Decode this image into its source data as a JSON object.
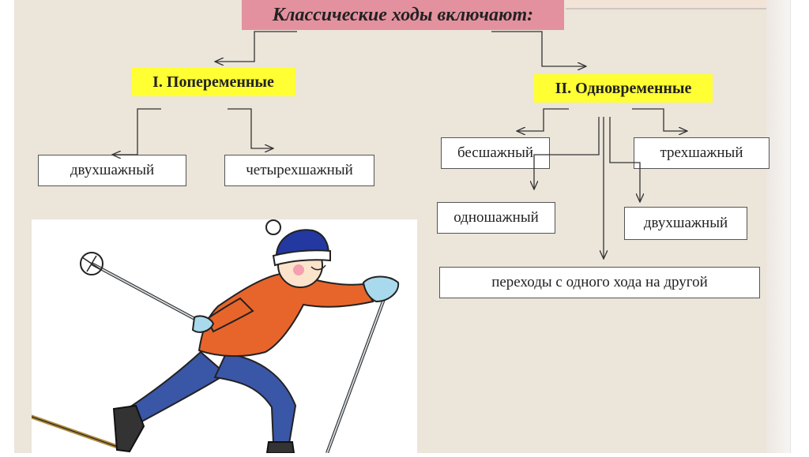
{
  "title": "Классические ходы включают:",
  "group1": {
    "label": "I. Попеременные",
    "items": [
      "двухшажный",
      "четырехшажный"
    ]
  },
  "group2": {
    "label": "II. Одновременные",
    "items": [
      "бесшажный",
      "трехшажный",
      "одношажный",
      "двухшажный",
      "переходы с одного хода на другой"
    ]
  },
  "colors": {
    "title_bg": "#e3919e",
    "category_bg": "#ffff33",
    "slide_bg": "#ebe5da"
  },
  "illustration": "skier-icon"
}
